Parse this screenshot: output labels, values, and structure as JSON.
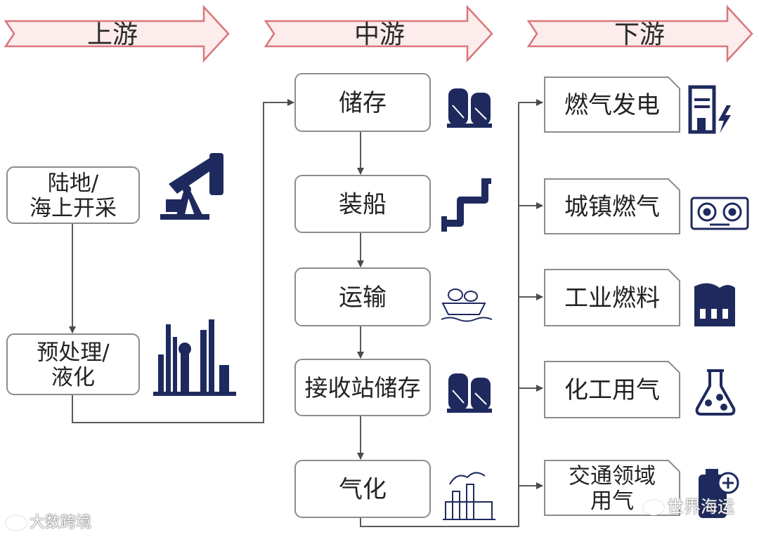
{
  "stages": {
    "upstream": "上游",
    "midstream": "中游",
    "downstream": "下游"
  },
  "upstream_boxes": [
    {
      "id": "extraction",
      "lines": [
        "陆地/",
        "海上开采"
      ],
      "icon": "oil-pump-icon"
    },
    {
      "id": "pretreatment",
      "lines": [
        "预处理/",
        "液化"
      ],
      "icon": "refinery-icon"
    }
  ],
  "midstream_boxes": [
    {
      "id": "storage",
      "lines": [
        "储存"
      ],
      "icon": "storage-tank-icon"
    },
    {
      "id": "shipping",
      "lines": [
        "装船"
      ],
      "icon": "pipeline-icon"
    },
    {
      "id": "transport",
      "lines": [
        "运输"
      ],
      "icon": "lng-ship-icon"
    },
    {
      "id": "terminal-storage",
      "lines": [
        "接收站储存"
      ],
      "icon": "storage-tank-icon"
    },
    {
      "id": "gasification",
      "lines": [
        "气化"
      ],
      "icon": "factory-icon"
    }
  ],
  "downstream_boxes": [
    {
      "id": "power-generation",
      "lines": [
        "燃气发电"
      ],
      "icon": "power-plant-icon"
    },
    {
      "id": "city-gas",
      "lines": [
        "城镇燃气"
      ],
      "icon": "gas-stove-icon"
    },
    {
      "id": "industrial-fuel",
      "lines": [
        "工业燃料"
      ],
      "icon": "factory-roof-icon"
    },
    {
      "id": "chemical-gas",
      "lines": [
        "化工用气"
      ],
      "icon": "flask-icon"
    },
    {
      "id": "transport-gas",
      "lines": [
        "交通领域",
        "用气"
      ],
      "icon": "fuel-tank-icon"
    }
  ],
  "watermarks": {
    "left": "大数跨境",
    "right": "世界海运"
  },
  "colors": {
    "arrow_outline": "#d9767a",
    "arrow_fill": "#fcecec",
    "box_border": "#8c8c8c",
    "line": "#5a5a5a",
    "icon": "#1e2a5e"
  }
}
